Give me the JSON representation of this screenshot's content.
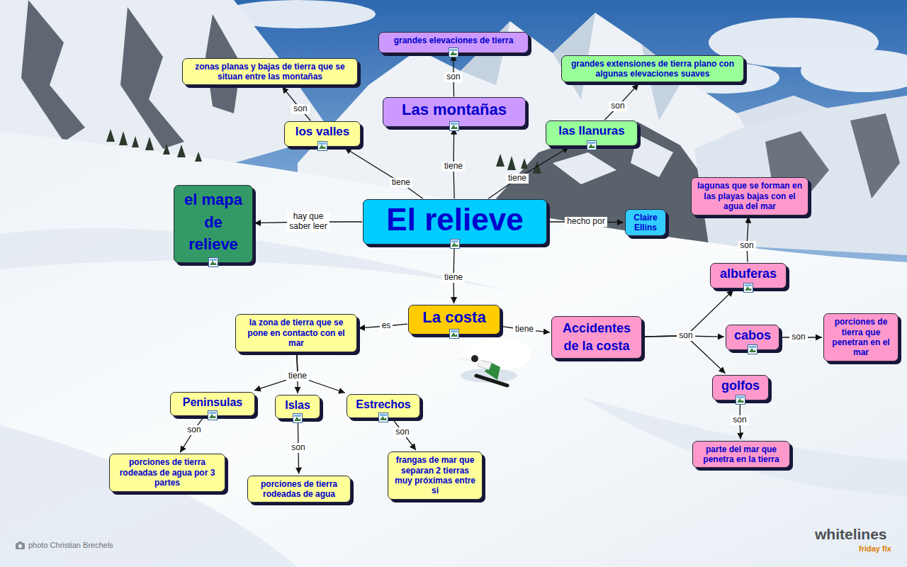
{
  "diagram": {
    "nodes": [
      {
        "text": [
          "grandes elevaciones de tierra"
        ]
      },
      {
        "text": [
          "zonas planas y bajas de tierra que se situan entre las montañas"
        ]
      },
      {
        "text": [
          "Las montañas"
        ]
      },
      {
        "text": [
          "grandes extensiones de tierra plano con algunas elevaciones suaves"
        ]
      },
      {
        "text": [
          "los valles"
        ]
      },
      {
        "text": [
          "las llanuras"
        ]
      },
      {
        "text": [
          "el mapa de relieve"
        ]
      },
      {
        "text": [
          "El relieve"
        ]
      },
      {
        "text": [
          "Claire Ellins"
        ]
      },
      {
        "text": [
          "lagunas que se forman en las playas bajas con el agua del mar"
        ]
      },
      {
        "text": [
          "albuferas"
        ]
      },
      {
        "text": [
          "la zona de tierra que se pone en contacto con el mar"
        ]
      },
      {
        "text": [
          "La costa"
        ]
      },
      {
        "text": [
          "Accidentes de la costa"
        ]
      },
      {
        "text": [
          "cabos"
        ]
      },
      {
        "text": [
          "porciones de tierra que penetran en el mar"
        ]
      },
      {
        "text": [
          "golfos"
        ]
      },
      {
        "text": [
          "Peninsulas"
        ]
      },
      {
        "text": [
          "Islas"
        ]
      },
      {
        "text": [
          "Estrechos"
        ]
      },
      {
        "text": [
          "parte del mar que penetra en la tierra"
        ]
      },
      {
        "text": [
          "porciones de tierra rodeadas de agua por 3 partes"
        ]
      },
      {
        "text": [
          "porciones de tierra rodeadas de agua"
        ]
      },
      {
        "text": [
          "frangas de mar que separan 2 tierras muy próximas entre si"
        ]
      }
    ],
    "edges": [
      {
        "from": 7,
        "to": 4,
        "label": "tiene",
        "arrow": "to"
      },
      {
        "from": 7,
        "to": 2,
        "label": "tiene",
        "arrow": "to"
      },
      {
        "from": 7,
        "to": 5,
        "label": "tiene",
        "arrow": "to"
      },
      {
        "from": 7,
        "to": 6,
        "label": "hay que saber leer",
        "arrow": "to"
      },
      {
        "from": 7,
        "to": 8,
        "label": "hecho por",
        "arrow": "to"
      },
      {
        "from": 7,
        "to": 12,
        "label": "tiene",
        "arrow": "to"
      },
      {
        "from": 4,
        "to": 1,
        "label": "son",
        "arrow": "to"
      },
      {
        "from": 2,
        "to": 0,
        "label": "son",
        "arrow": "to"
      },
      {
        "from": 5,
        "to": 3,
        "label": "son",
        "arrow": "to"
      },
      {
        "from": 12,
        "to": 11,
        "label": "es",
        "arrow": "to"
      },
      {
        "from": 12,
        "to": 13,
        "label": "tiene",
        "arrow": "to"
      },
      {
        "from": 11,
        "to": 17,
        "arrow": "to"
      },
      {
        "from": 11,
        "to": 18,
        "label": "tiene",
        "arrow": "to"
      },
      {
        "from": 11,
        "to": 19,
        "arrow": "to"
      },
      {
        "from": 13,
        "to": 10,
        "arrow": "to"
      },
      {
        "from": 13,
        "to": 14,
        "label": "son",
        "arrow": "to"
      },
      {
        "from": 13,
        "to": 16,
        "arrow": "to"
      },
      {
        "from": 17,
        "to": 21,
        "label": "son",
        "arrow": "to"
      },
      {
        "from": 18,
        "to": 22,
        "label": "son",
        "arrow": "to"
      },
      {
        "from": 19,
        "to": 23,
        "label": "son",
        "arrow": "to"
      },
      {
        "from": 10,
        "to": 9,
        "label": "son",
        "arrow": "to"
      },
      {
        "from": 14,
        "to": 15,
        "label": "son",
        "arrow": "to"
      },
      {
        "from": 16,
        "to": 20,
        "label": "son",
        "arrow": "to"
      }
    ],
    "labels": [
      "photo Christian Brechels",
      "whitelines",
      "friday fix"
    ]
  }
}
